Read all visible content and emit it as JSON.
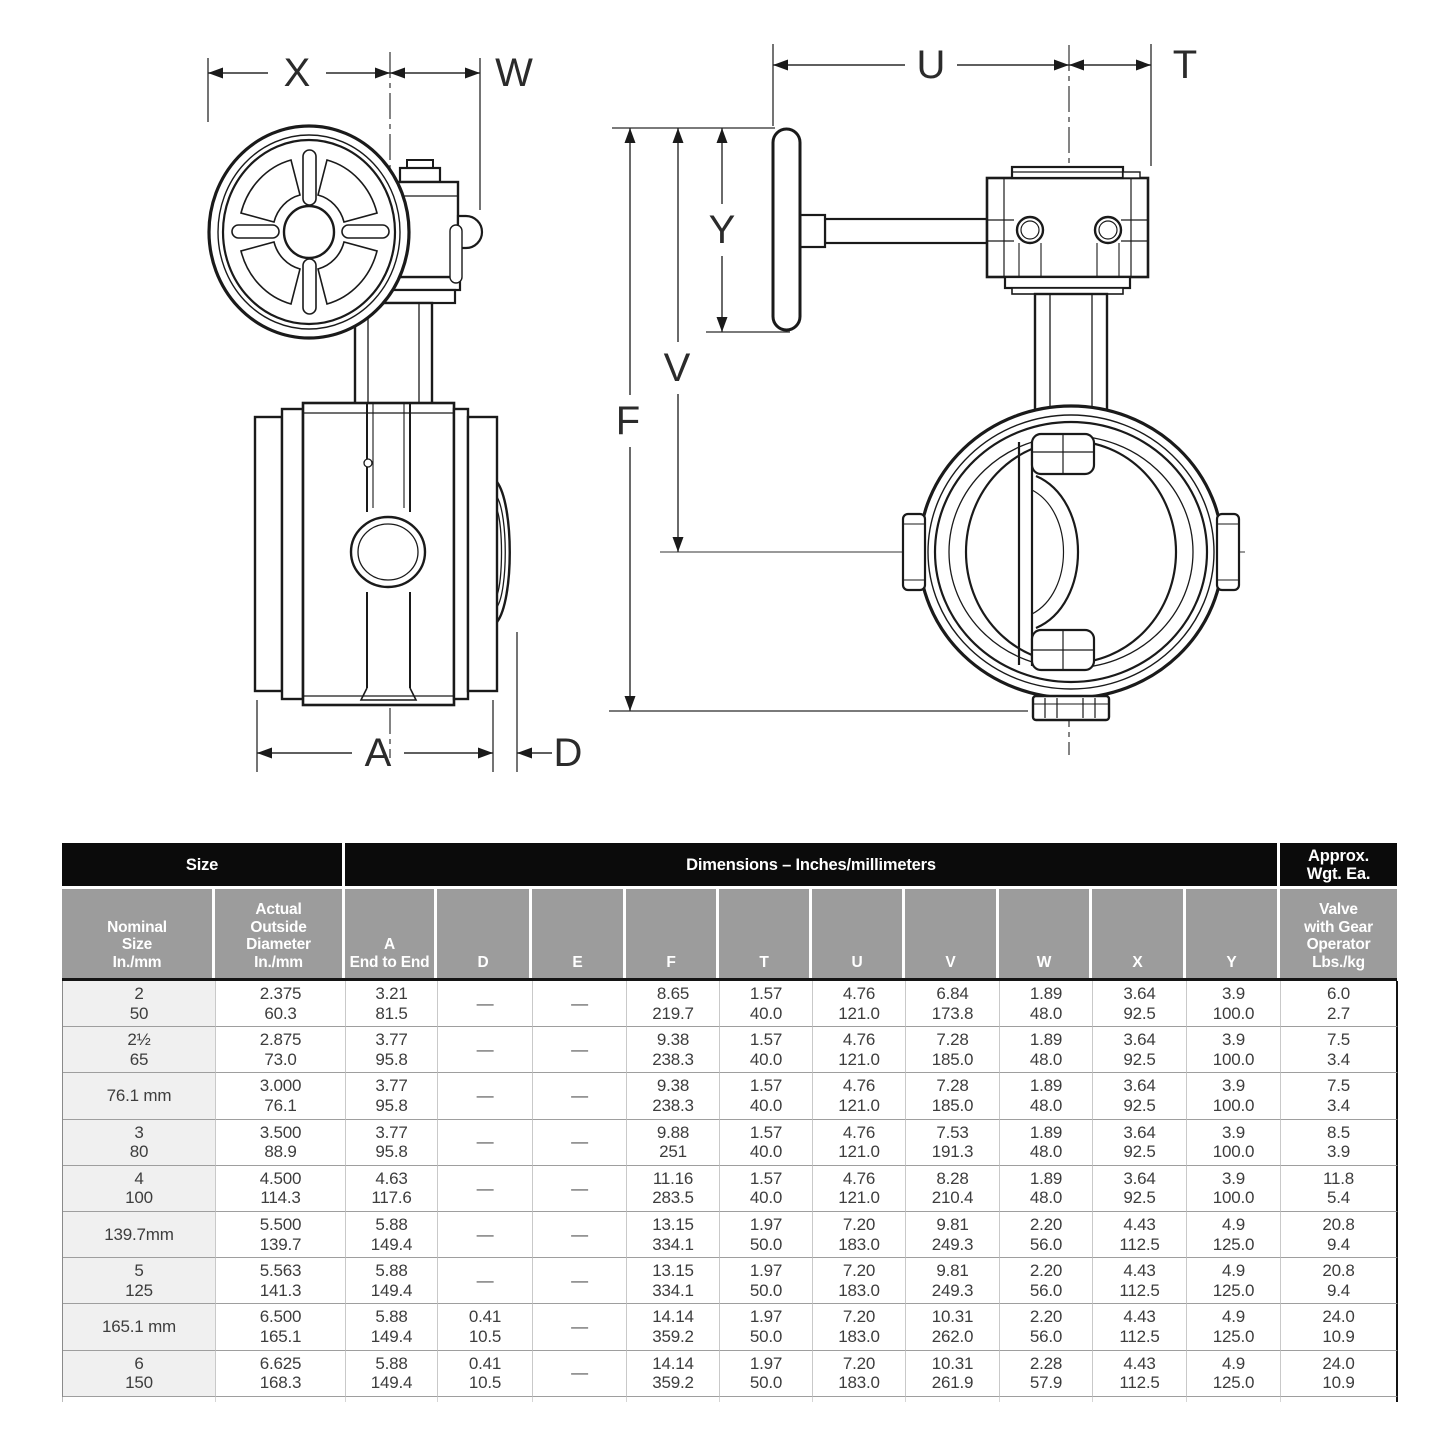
{
  "drawing": {
    "labels": {
      "X": "X",
      "W": "W",
      "U": "U",
      "T": "T",
      "Y": "Y",
      "V": "V",
      "F": "F",
      "A": "A",
      "D": "D"
    },
    "line_color": "#1a1a1a",
    "views": [
      "side view with handwheel gear operator",
      "front view with handwheel edge-on"
    ]
  },
  "table": {
    "bands": {
      "size": "Size",
      "dimensions": "Dimensions – Inches/millimeters",
      "weight": "Approx.\nWgt. Ea."
    },
    "columns": [
      [
        "Nominal",
        "Size",
        "In./mm"
      ],
      [
        "Actual",
        "Outside",
        "Diameter",
        "In./mm"
      ],
      [
        "A",
        "End to End"
      ],
      [
        "D"
      ],
      [
        "E"
      ],
      [
        "F"
      ],
      [
        "T"
      ],
      [
        "U"
      ],
      [
        "V"
      ],
      [
        "W"
      ],
      [
        "X"
      ],
      [
        "Y"
      ],
      [
        "Valve",
        "with Gear",
        "Operator",
        "Lbs./kg"
      ]
    ],
    "rows": [
      [
        [
          "2",
          "50"
        ],
        [
          "2.375",
          "60.3"
        ],
        [
          "3.21",
          "81.5"
        ],
        "—",
        "—",
        [
          "8.65",
          "219.7"
        ],
        [
          "1.57",
          "40.0"
        ],
        [
          "4.76",
          "121.0"
        ],
        [
          "6.84",
          "173.8"
        ],
        [
          "1.89",
          "48.0"
        ],
        [
          "3.64",
          "92.5"
        ],
        [
          "3.9",
          "100.0"
        ],
        [
          "6.0",
          "2.7"
        ]
      ],
      [
        [
          "2½",
          "65"
        ],
        [
          "2.875",
          "73.0"
        ],
        [
          "3.77",
          "95.8"
        ],
        "—",
        "—",
        [
          "9.38",
          "238.3"
        ],
        [
          "1.57",
          "40.0"
        ],
        [
          "4.76",
          "121.0"
        ],
        [
          "7.28",
          "185.0"
        ],
        [
          "1.89",
          "48.0"
        ],
        [
          "3.64",
          "92.5"
        ],
        [
          "3.9",
          "100.0"
        ],
        [
          "7.5",
          "3.4"
        ]
      ],
      [
        [
          "76.1 mm"
        ],
        [
          "3.000",
          "76.1"
        ],
        [
          "3.77",
          "95.8"
        ],
        "—",
        "—",
        [
          "9.38",
          "238.3"
        ],
        [
          "1.57",
          "40.0"
        ],
        [
          "4.76",
          "121.0"
        ],
        [
          "7.28",
          "185.0"
        ],
        [
          "1.89",
          "48.0"
        ],
        [
          "3.64",
          "92.5"
        ],
        [
          "3.9",
          "100.0"
        ],
        [
          "7.5",
          "3.4"
        ]
      ],
      [
        [
          "3",
          "80"
        ],
        [
          "3.500",
          "88.9"
        ],
        [
          "3.77",
          "95.8"
        ],
        "—",
        "—",
        [
          "9.88",
          "251"
        ],
        [
          "1.57",
          "40.0"
        ],
        [
          "4.76",
          "121.0"
        ],
        [
          "7.53",
          "191.3"
        ],
        [
          "1.89",
          "48.0"
        ],
        [
          "3.64",
          "92.5"
        ],
        [
          "3.9",
          "100.0"
        ],
        [
          "8.5",
          "3.9"
        ]
      ],
      [
        [
          "4",
          "100"
        ],
        [
          "4.500",
          "114.3"
        ],
        [
          "4.63",
          "117.6"
        ],
        "—",
        "—",
        [
          "11.16",
          "283.5"
        ],
        [
          "1.57",
          "40.0"
        ],
        [
          "4.76",
          "121.0"
        ],
        [
          "8.28",
          "210.4"
        ],
        [
          "1.89",
          "48.0"
        ],
        [
          "3.64",
          "92.5"
        ],
        [
          "3.9",
          "100.0"
        ],
        [
          "11.8",
          "5.4"
        ]
      ],
      [
        [
          "139.7mm"
        ],
        [
          "5.500",
          "139.7"
        ],
        [
          "5.88",
          "149.4"
        ],
        "—",
        "—",
        [
          "13.15",
          "334.1"
        ],
        [
          "1.97",
          "50.0"
        ],
        [
          "7.20",
          "183.0"
        ],
        [
          "9.81",
          "249.3"
        ],
        [
          "2.20",
          "56.0"
        ],
        [
          "4.43",
          "112.5"
        ],
        [
          "4.9",
          "125.0"
        ],
        [
          "20.8",
          "9.4"
        ]
      ],
      [
        [
          "5",
          "125"
        ],
        [
          "5.563",
          "141.3"
        ],
        [
          "5.88",
          "149.4"
        ],
        "—",
        "—",
        [
          "13.15",
          "334.1"
        ],
        [
          "1.97",
          "50.0"
        ],
        [
          "7.20",
          "183.0"
        ],
        [
          "9.81",
          "249.3"
        ],
        [
          "2.20",
          "56.0"
        ],
        [
          "4.43",
          "112.5"
        ],
        [
          "4.9",
          "125.0"
        ],
        [
          "20.8",
          "9.4"
        ]
      ],
      [
        [
          "165.1 mm"
        ],
        [
          "6.500",
          "165.1"
        ],
        [
          "5.88",
          "149.4"
        ],
        [
          "0.41",
          "10.5"
        ],
        "—",
        [
          "14.14",
          "359.2"
        ],
        [
          "1.97",
          "50.0"
        ],
        [
          "7.20",
          "183.0"
        ],
        [
          "10.31",
          "262.0"
        ],
        [
          "2.20",
          "56.0"
        ],
        [
          "4.43",
          "112.5"
        ],
        [
          "4.9",
          "125.0"
        ],
        [
          "24.0",
          "10.9"
        ]
      ],
      [
        [
          "6",
          "150"
        ],
        [
          "6.625",
          "168.3"
        ],
        [
          "5.88",
          "149.4"
        ],
        [
          "0.41",
          "10.5"
        ],
        "—",
        [
          "14.14",
          "359.2"
        ],
        [
          "1.97",
          "50.0"
        ],
        [
          "7.20",
          "183.0"
        ],
        [
          "10.31",
          "261.9"
        ],
        [
          "2.28",
          "57.9"
        ],
        [
          "4.43",
          "112.5"
        ],
        [
          "4.9",
          "125.0"
        ],
        [
          "24.0",
          "10.9"
        ]
      ]
    ],
    "colors": {
      "band_bg": "#0b0b0b",
      "subheader_bg": "#9c9c9c",
      "first_col_bg": "#f0f0f0",
      "text": "#3d3d3d"
    }
  }
}
